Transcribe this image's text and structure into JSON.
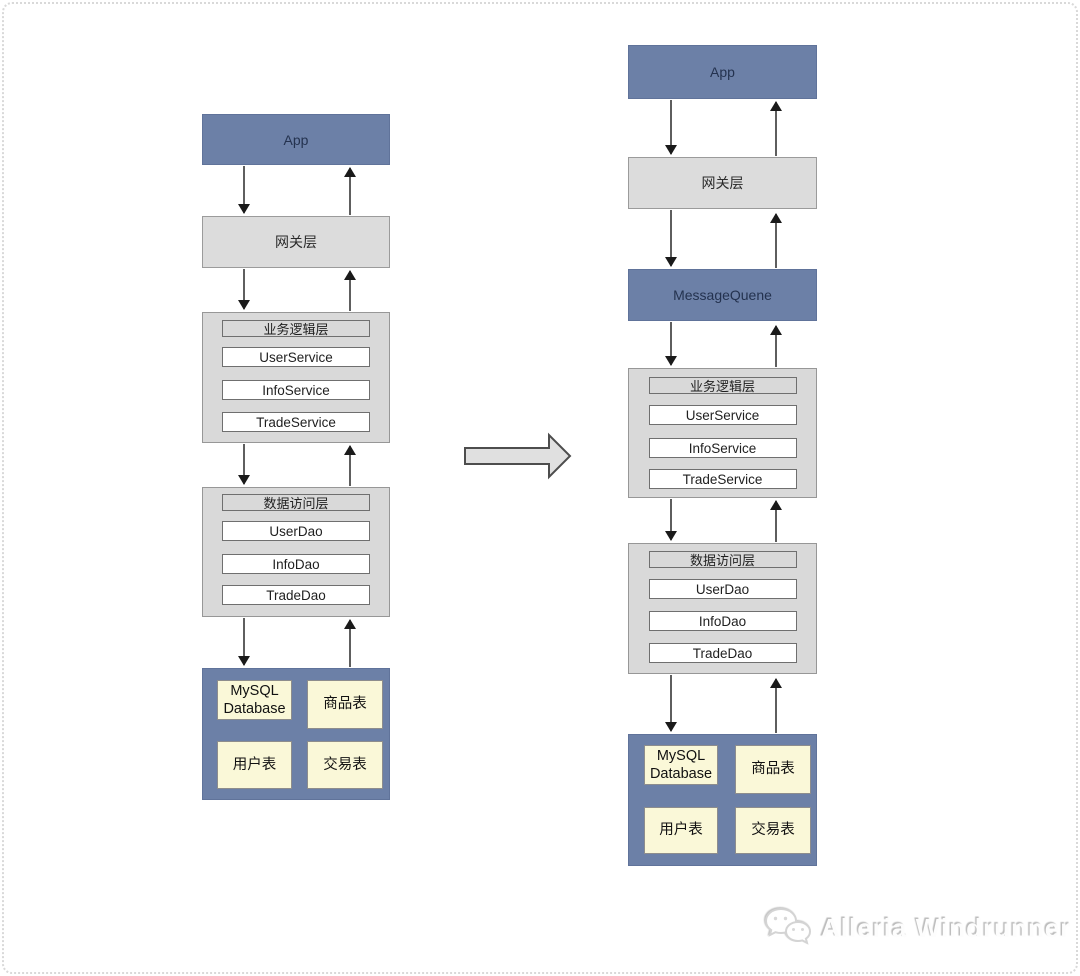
{
  "page": {
    "background": "#ffffff",
    "frame_border_color": "#d9d9d9"
  },
  "colors": {
    "blue_box": "#6c80a7",
    "gray_band": "#dcdcdc",
    "layer_container": "#d9d9d9",
    "item_white": "#ffffff",
    "table_yellow": "#faf8d8",
    "arrow_line": "#1a1a1a",
    "block_arrow_fill": "#e0e0e0"
  },
  "left_stack": {
    "app": "App",
    "gateway": "网关层",
    "business": {
      "title": "业务逻辑层",
      "items": [
        "UserService",
        "InfoService",
        "TradeService"
      ]
    },
    "dao": {
      "title": "数据访问层",
      "items": [
        "UserDao",
        "InfoDao",
        "TradeDao"
      ]
    },
    "database": {
      "name": "MySQL Database",
      "tables": [
        "商品表",
        "用户表",
        "交易表"
      ]
    }
  },
  "right_stack": {
    "app": "App",
    "gateway": "网关层",
    "message_queue": "MessageQuene",
    "business": {
      "title": "业务逻辑层",
      "items": [
        "UserService",
        "InfoService",
        "TradeService"
      ]
    },
    "dao": {
      "title": "数据访问层",
      "items": [
        "UserDao",
        "InfoDao",
        "TradeDao"
      ]
    },
    "database": {
      "name": "MySQL Database",
      "tables": [
        "商品表",
        "用户表",
        "交易表"
      ]
    }
  },
  "transition": {
    "symbol": "right-block-arrow"
  },
  "watermark": {
    "icon": "wechat-logo",
    "text": "Alleria Windrunner"
  }
}
